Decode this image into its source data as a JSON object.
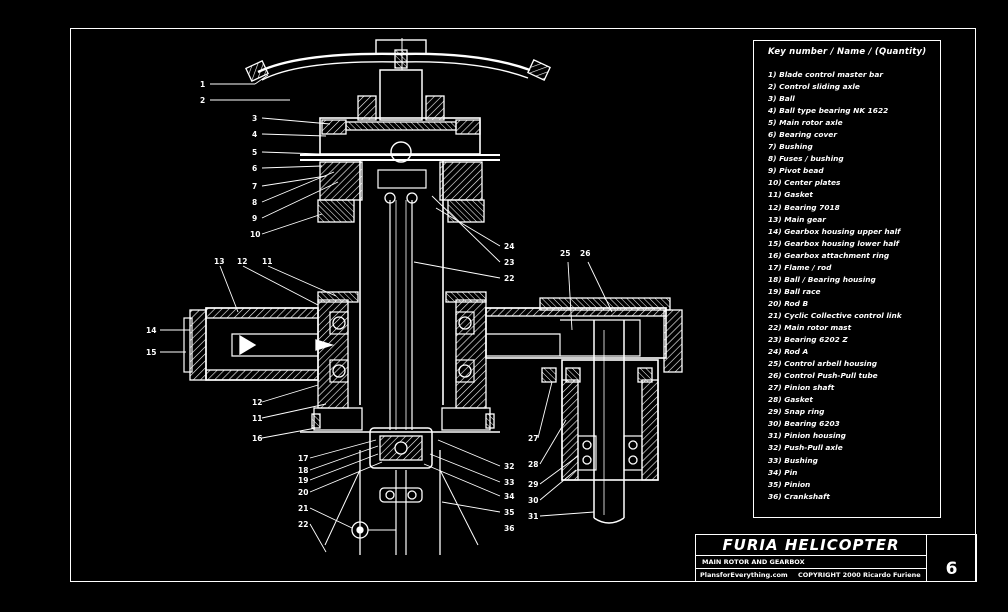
{
  "legend": {
    "title": "Key number / Name / (Quantity)",
    "items": [
      "1) Blade control master bar",
      "2) Control sliding axle",
      "3) Ball",
      "4) Ball type bearing NK 1622",
      "5) Main rotor axle",
      "6) Bearing cover",
      "7) Bushing",
      "8) Fuses / bushing",
      "9) Pivot bead",
      "10) Center plates",
      "11) Gasket",
      "12) Bearing 7018",
      "13) Main gear",
      "14) Gearbox housing upper half",
      "15) Gearbox housing lower half",
      "16) Gearbox attachment ring",
      "17) Flame / rod",
      "18) Ball / Bearing housing",
      "19) Ball race",
      "20) Rod B",
      "21) Cyclic Collective control link",
      "22) Main rotor mast",
      "23) Bearing 6202 Z",
      "24) Rod A",
      "25) Control arbell housing",
      "26) Control Push-Pull tube",
      "27) Pinion shaft",
      "28) Gasket",
      "29) Snap ring",
      "30) Bearing 6203",
      "31) Pinion housing",
      "32) Push-Pull axle",
      "33) Bushing",
      "34) Pin",
      "35) Pinion",
      "36) Crankshaft"
    ]
  },
  "callouts": {
    "left": [
      "1",
      "2",
      "3",
      "4",
      "5",
      "6",
      "7",
      "8",
      "9",
      "10",
      "13",
      "12",
      "11",
      "14",
      "15",
      "12",
      "11",
      "16",
      "17",
      "18",
      "19",
      "20",
      "21",
      "22"
    ],
    "right": [
      "24",
      "23",
      "22",
      "25",
      "26",
      "27",
      "28",
      "29",
      "30",
      "31",
      "32",
      "33",
      "34",
      "35",
      "36"
    ]
  },
  "title_block": {
    "title": "FURIA HELICOPTER",
    "subtitle": "MAIN ROTOR AND GEARBOX",
    "website": "PlansforEverything.com",
    "copyright": "COPYRIGHT 2000 Ricardo Furiene",
    "sheet": "6"
  }
}
